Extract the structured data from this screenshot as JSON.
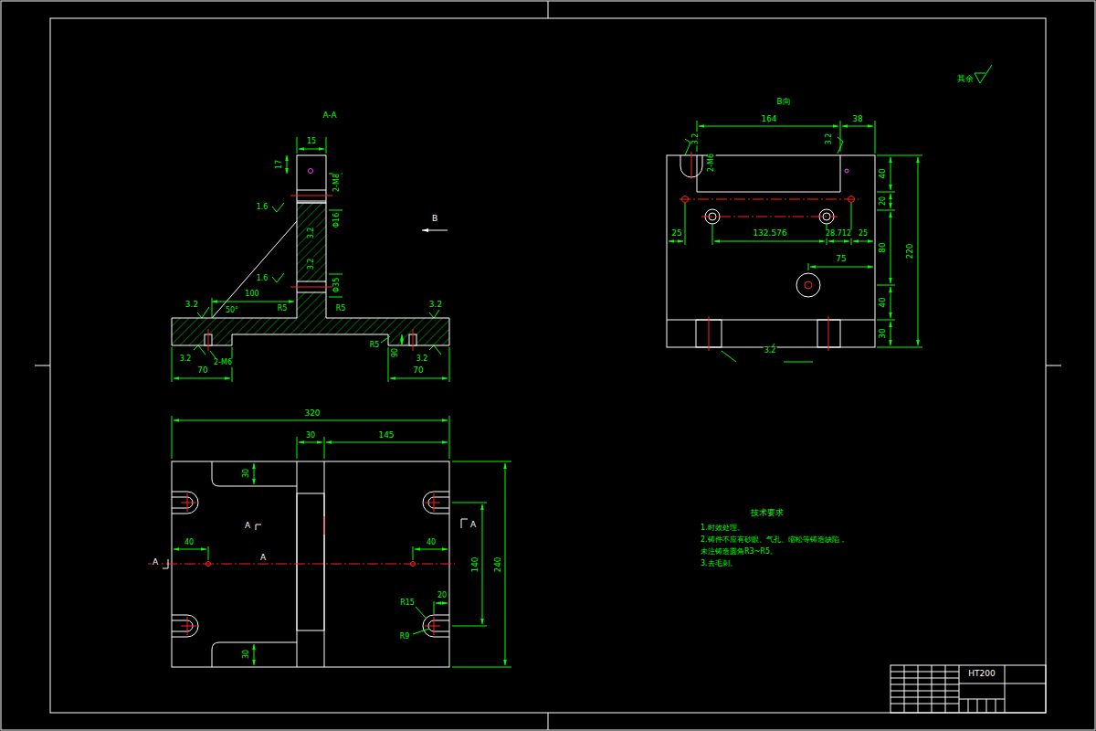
{
  "diagram": {
    "labels": [
      "A-A",
      "B",
      "B向",
      "其余",
      "164",
      "38",
      "40",
      "20",
      "80",
      "40",
      "30",
      "220",
      "25",
      "132.576",
      "28.712",
      "25",
      "75",
      "15",
      "17",
      "2-M8",
      "Φ16",
      "Φ35",
      "3.2",
      "3.2",
      "100",
      "50°",
      "R5",
      "R5",
      "R5",
      "2-M6",
      "70",
      "70",
      "90",
      "320",
      "30",
      "145",
      "30",
      "30",
      "40",
      "40",
      "140",
      "240",
      "R15",
      "20",
      "R9",
      "A",
      "A",
      "A",
      "A",
      "技术要求",
      "1.时效处理。",
      "2.铸件不应有砂眼、气孔、缩松等铸造缺陷，",
      "未注铸造圆角R3~R5。",
      "3.去毛刺。",
      "HT200",
      "3.2",
      "2-M6",
      "3.2",
      "3.2",
      "1.6",
      "1.6",
      "3.2",
      "3.2",
      "3.2",
      "3.2"
    ]
  }
}
